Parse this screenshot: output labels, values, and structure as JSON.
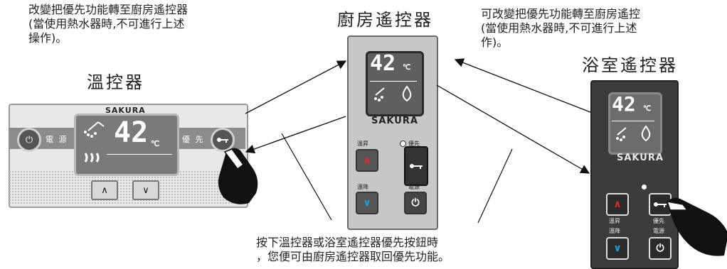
{
  "notes": {
    "left": "改變把優先功能轉至廚房遙控器\n(當使用熱水器時,不可進行上述\n操作)。",
    "right": "可改變把優先功能轉至廚房遙控\n(當使用熱水器時,不可進行上述\n作)。",
    "bottom": "按下溫控器或浴室遙控器優先按鈕時\n，您便可由廚房遙控器取回優先功能。"
  },
  "titles": {
    "thermostat": "溫控器",
    "kitchen": "廚房遙控器",
    "bath": "浴室遙控器"
  },
  "thermostat": {
    "brand": "SAKURA",
    "temperature": "42",
    "unit": "℃",
    "power_label": "電 源",
    "priority_label": "優 先",
    "up_symbol": "∧",
    "down_symbol": "∨"
  },
  "kitchen_remote": {
    "temperature": "42",
    "unit": "℃",
    "brand": "SAKURA",
    "up_label": "溫昇",
    "down_label": "溫降",
    "priority_label": "優先",
    "power_label": "電源",
    "up_symbol": "∧",
    "down_symbol": "∨",
    "power_symbol": "⏻"
  },
  "bath_remote": {
    "temperature": "42",
    "unit": "℃",
    "brand": "SAKURA",
    "up_label": "溫昇",
    "down_label": "溫降",
    "priority_label": "優先",
    "power_label": "電源",
    "up_symbol": "∧",
    "down_symbol": "∨",
    "power_symbol": "⏻"
  },
  "colors": {
    "up_arrow": "#e2262b",
    "down_arrow": "#1aa0d8",
    "lcd_text": "#ffffff"
  }
}
